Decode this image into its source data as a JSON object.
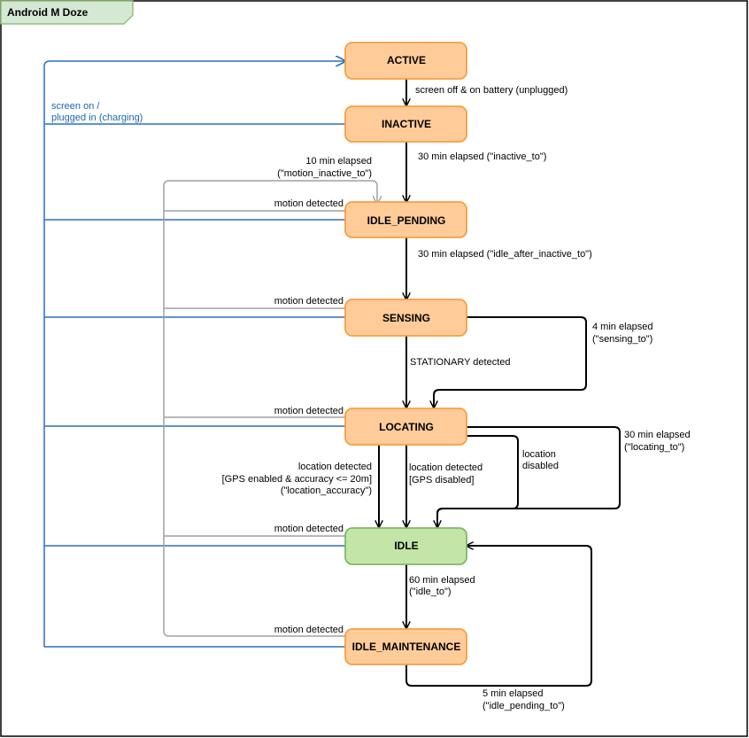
{
  "title": "Android M Doze",
  "colors": {
    "state_fill": "#ffcc99",
    "state_stroke": "#f2a043",
    "idle_fill": "#c3e5a8",
    "idle_stroke": "#7fb866",
    "tab_fill": "#d5e8d4",
    "tab_stroke": "#82b366",
    "blue": "#2c6fbf",
    "gray": "#a0a0a0",
    "black": "#000000"
  },
  "states": {
    "active": "ACTIVE",
    "inactive": "INACTIVE",
    "idle_pending": "IDLE_PENDING",
    "sensing": "SENSING",
    "locating": "LOCATING",
    "idle": "IDLE",
    "idle_maintenance": "IDLE_MAINTENANCE"
  },
  "labels": {
    "screen_off": "screen off & on battery (unplugged)",
    "screen_on_1": "screen on /",
    "screen_on_2": "plugged in (charging)",
    "inactive_to": "30 min elapsed (\"inactive_to\")",
    "motion_inactive_1": "10 min elapsed",
    "motion_inactive_2": "(\"motion_inactive_to\")",
    "motion_detected": "motion detected",
    "idle_after_inactive": "30 min elapsed (\"idle_after_inactive_to\")",
    "sensing_to_1": "4 min elapsed",
    "sensing_to_2": "(\"sensing_to\")",
    "stationary": "STATIONARY detected",
    "locating_to_1": "30 min elapsed",
    "locating_to_2": "(\"locating_to\")",
    "loc_acc_1": "location detected",
    "loc_acc_2": "[GPS enabled & accuracy <= 20m]",
    "loc_acc_3": "(\"location_accuracy\")",
    "loc_gps_1": "location detected",
    "loc_gps_2": "[GPS disabled]",
    "loc_dis_1": "location",
    "loc_dis_2": "disabled",
    "idle_to_1": "60 min elapsed",
    "idle_to_2": "(\"idle_to\")",
    "idle_pending_to_1": "5 min elapsed",
    "idle_pending_to_2": "(\"idle_pending_to\")"
  }
}
